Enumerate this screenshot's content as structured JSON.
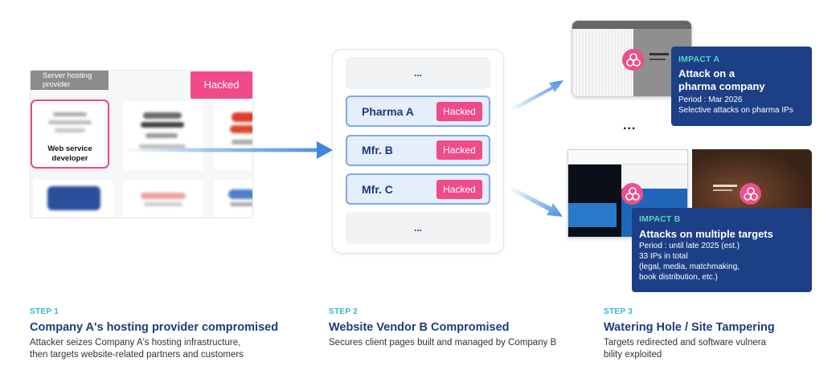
{
  "step1": {
    "panel_tag": "Server hosting provider",
    "hacked_label": "Hacked",
    "dev_label": "Web service developer",
    "step_label": "STEP 1",
    "title": "Company A's hosting provider compromised",
    "desc_line1": "Attacker seizes Company A's hosting infrastructure,",
    "desc_line2": "then targets website-related partners and customers"
  },
  "step2": {
    "rows": [
      {
        "name": "...",
        "badge": ""
      },
      {
        "name": "Pharma A",
        "badge": "Hacked"
      },
      {
        "name": "Mfr. B",
        "badge": "Hacked"
      },
      {
        "name": "Mfr. C",
        "badge": "Hacked"
      },
      {
        "name": "...",
        "badge": ""
      }
    ],
    "step_label": "STEP 2",
    "title": "Website Vendor B Compromised",
    "desc_line1": "Secures client pages built and managed by Company B"
  },
  "step3": {
    "ellipsis": "...",
    "impact_a": {
      "tag": "IMPACT A",
      "title_line1": "Attack on a",
      "title_line2": "pharma company",
      "line1": "Period : Mar 2026",
      "line2": "Selective attacks on pharma IPs"
    },
    "impact_b": {
      "tag": "IMPACT B",
      "title": "Attacks on multiple targets",
      "line1": "Period : until late 2025 (est.)",
      "line2": "33 IPs in total",
      "line3": "(legal, media, matchmaking,",
      "line4": "book distribution, etc.)"
    },
    "step_label": "STEP 3",
    "title": "Watering Hole / Site Tampering",
    "desc_line1": "Targets redirected and software vulnera",
    "desc_line2": "bility exploited"
  },
  "colors": {
    "accent_pink": "#f14a8a",
    "navy": "#1d3f86",
    "teal": "#53d6c4"
  }
}
